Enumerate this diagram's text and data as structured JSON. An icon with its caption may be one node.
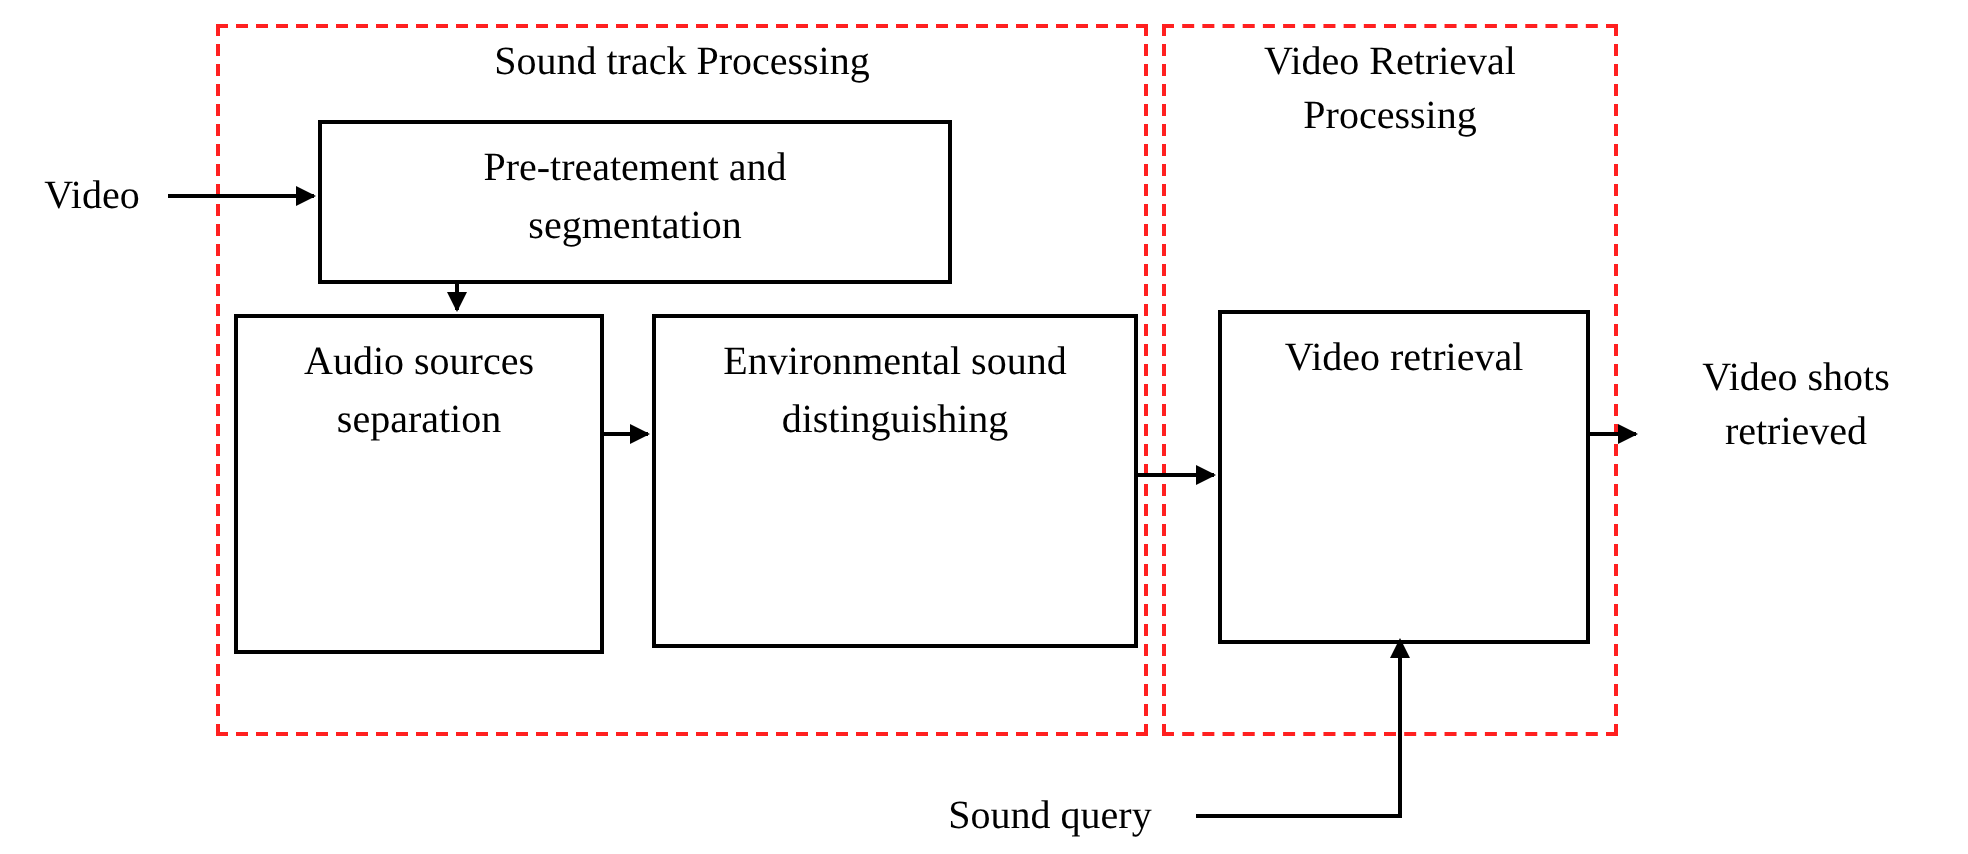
{
  "diagram": {
    "nodes": [
      {
        "text": [
          "Video"
        ]
      },
      {
        "text": [
          "Sound track Processing"
        ]
      },
      {
        "text": [
          "Pre-treatement and segmentation"
        ],
        "in": 1
      },
      {
        "text": [
          "Audio sources separation"
        ],
        "in": 1
      },
      {
        "text": [
          "Environmental sound distinguishing"
        ],
        "in": 1
      },
      {
        "text": [
          "Video Retrieval Processing"
        ]
      },
      {
        "text": [
          "Video retrieval"
        ],
        "in": 5
      },
      {
        "text": [
          "Video shots retrieved"
        ]
      },
      {
        "text": [
          "Sound query"
        ]
      }
    ],
    "edges": [
      {
        "from": 0,
        "to": 2,
        "arrow": "to"
      },
      {
        "from": 2,
        "to": 3,
        "arrow": "to"
      },
      {
        "from": 3,
        "to": 4,
        "arrow": "to"
      },
      {
        "from": 4,
        "to": 6,
        "arrow": "to"
      },
      {
        "from": 6,
        "to": 7,
        "arrow": "to"
      },
      {
        "from": 8,
        "to": 6,
        "arrow": "to"
      }
    ]
  }
}
